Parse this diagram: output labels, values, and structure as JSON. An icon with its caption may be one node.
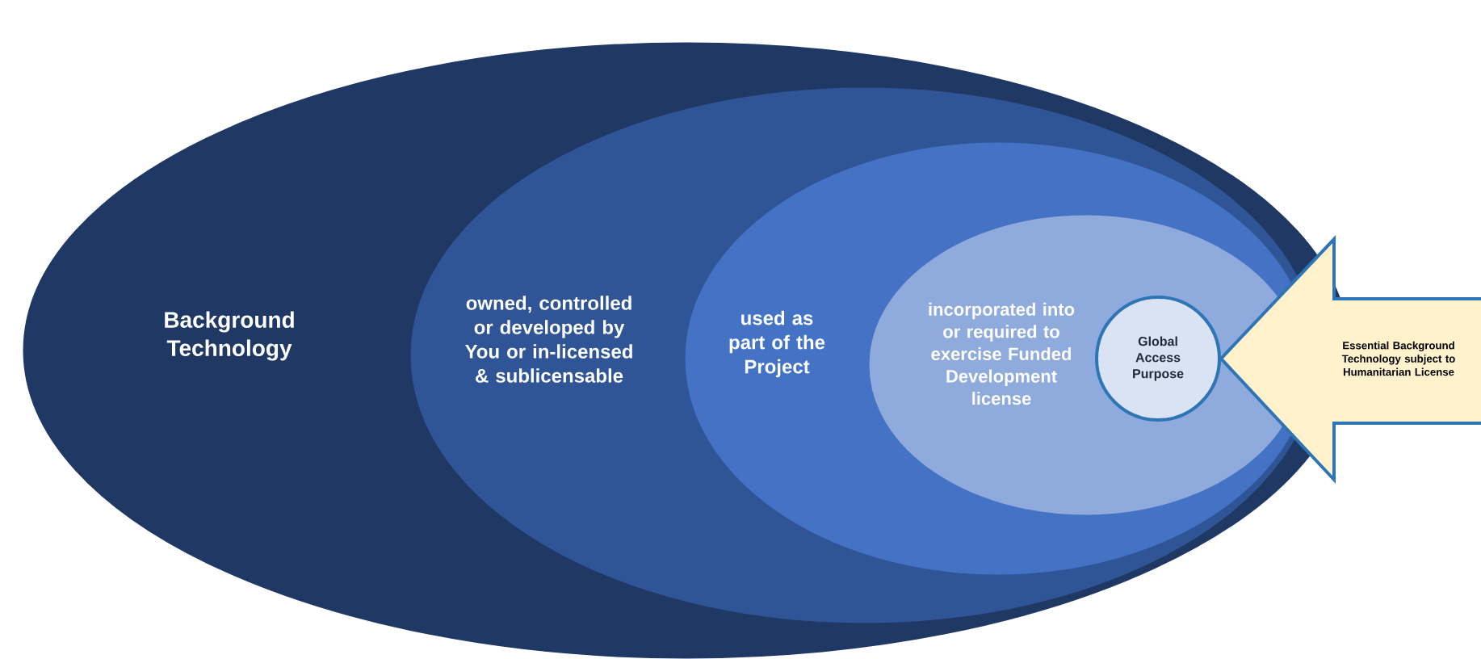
{
  "diagram": {
    "nodes": [
      {
        "text": [
          "Background Technology"
        ]
      },
      {
        "text": [
          "owned, controlled or developed by You or in-licensed & sublicensable"
        ],
        "in": 0
      },
      {
        "text": [
          "used as part of the Project"
        ],
        "in": 1
      },
      {
        "text": [
          "incorporated into or required to exercise Funded Development license"
        ],
        "in": 2
      },
      {
        "text": [
          "Global Access Purpose"
        ],
        "in": 3
      },
      {
        "text": [
          "Essential Background Technology subject to Humanitarian License"
        ]
      }
    ]
  }
}
